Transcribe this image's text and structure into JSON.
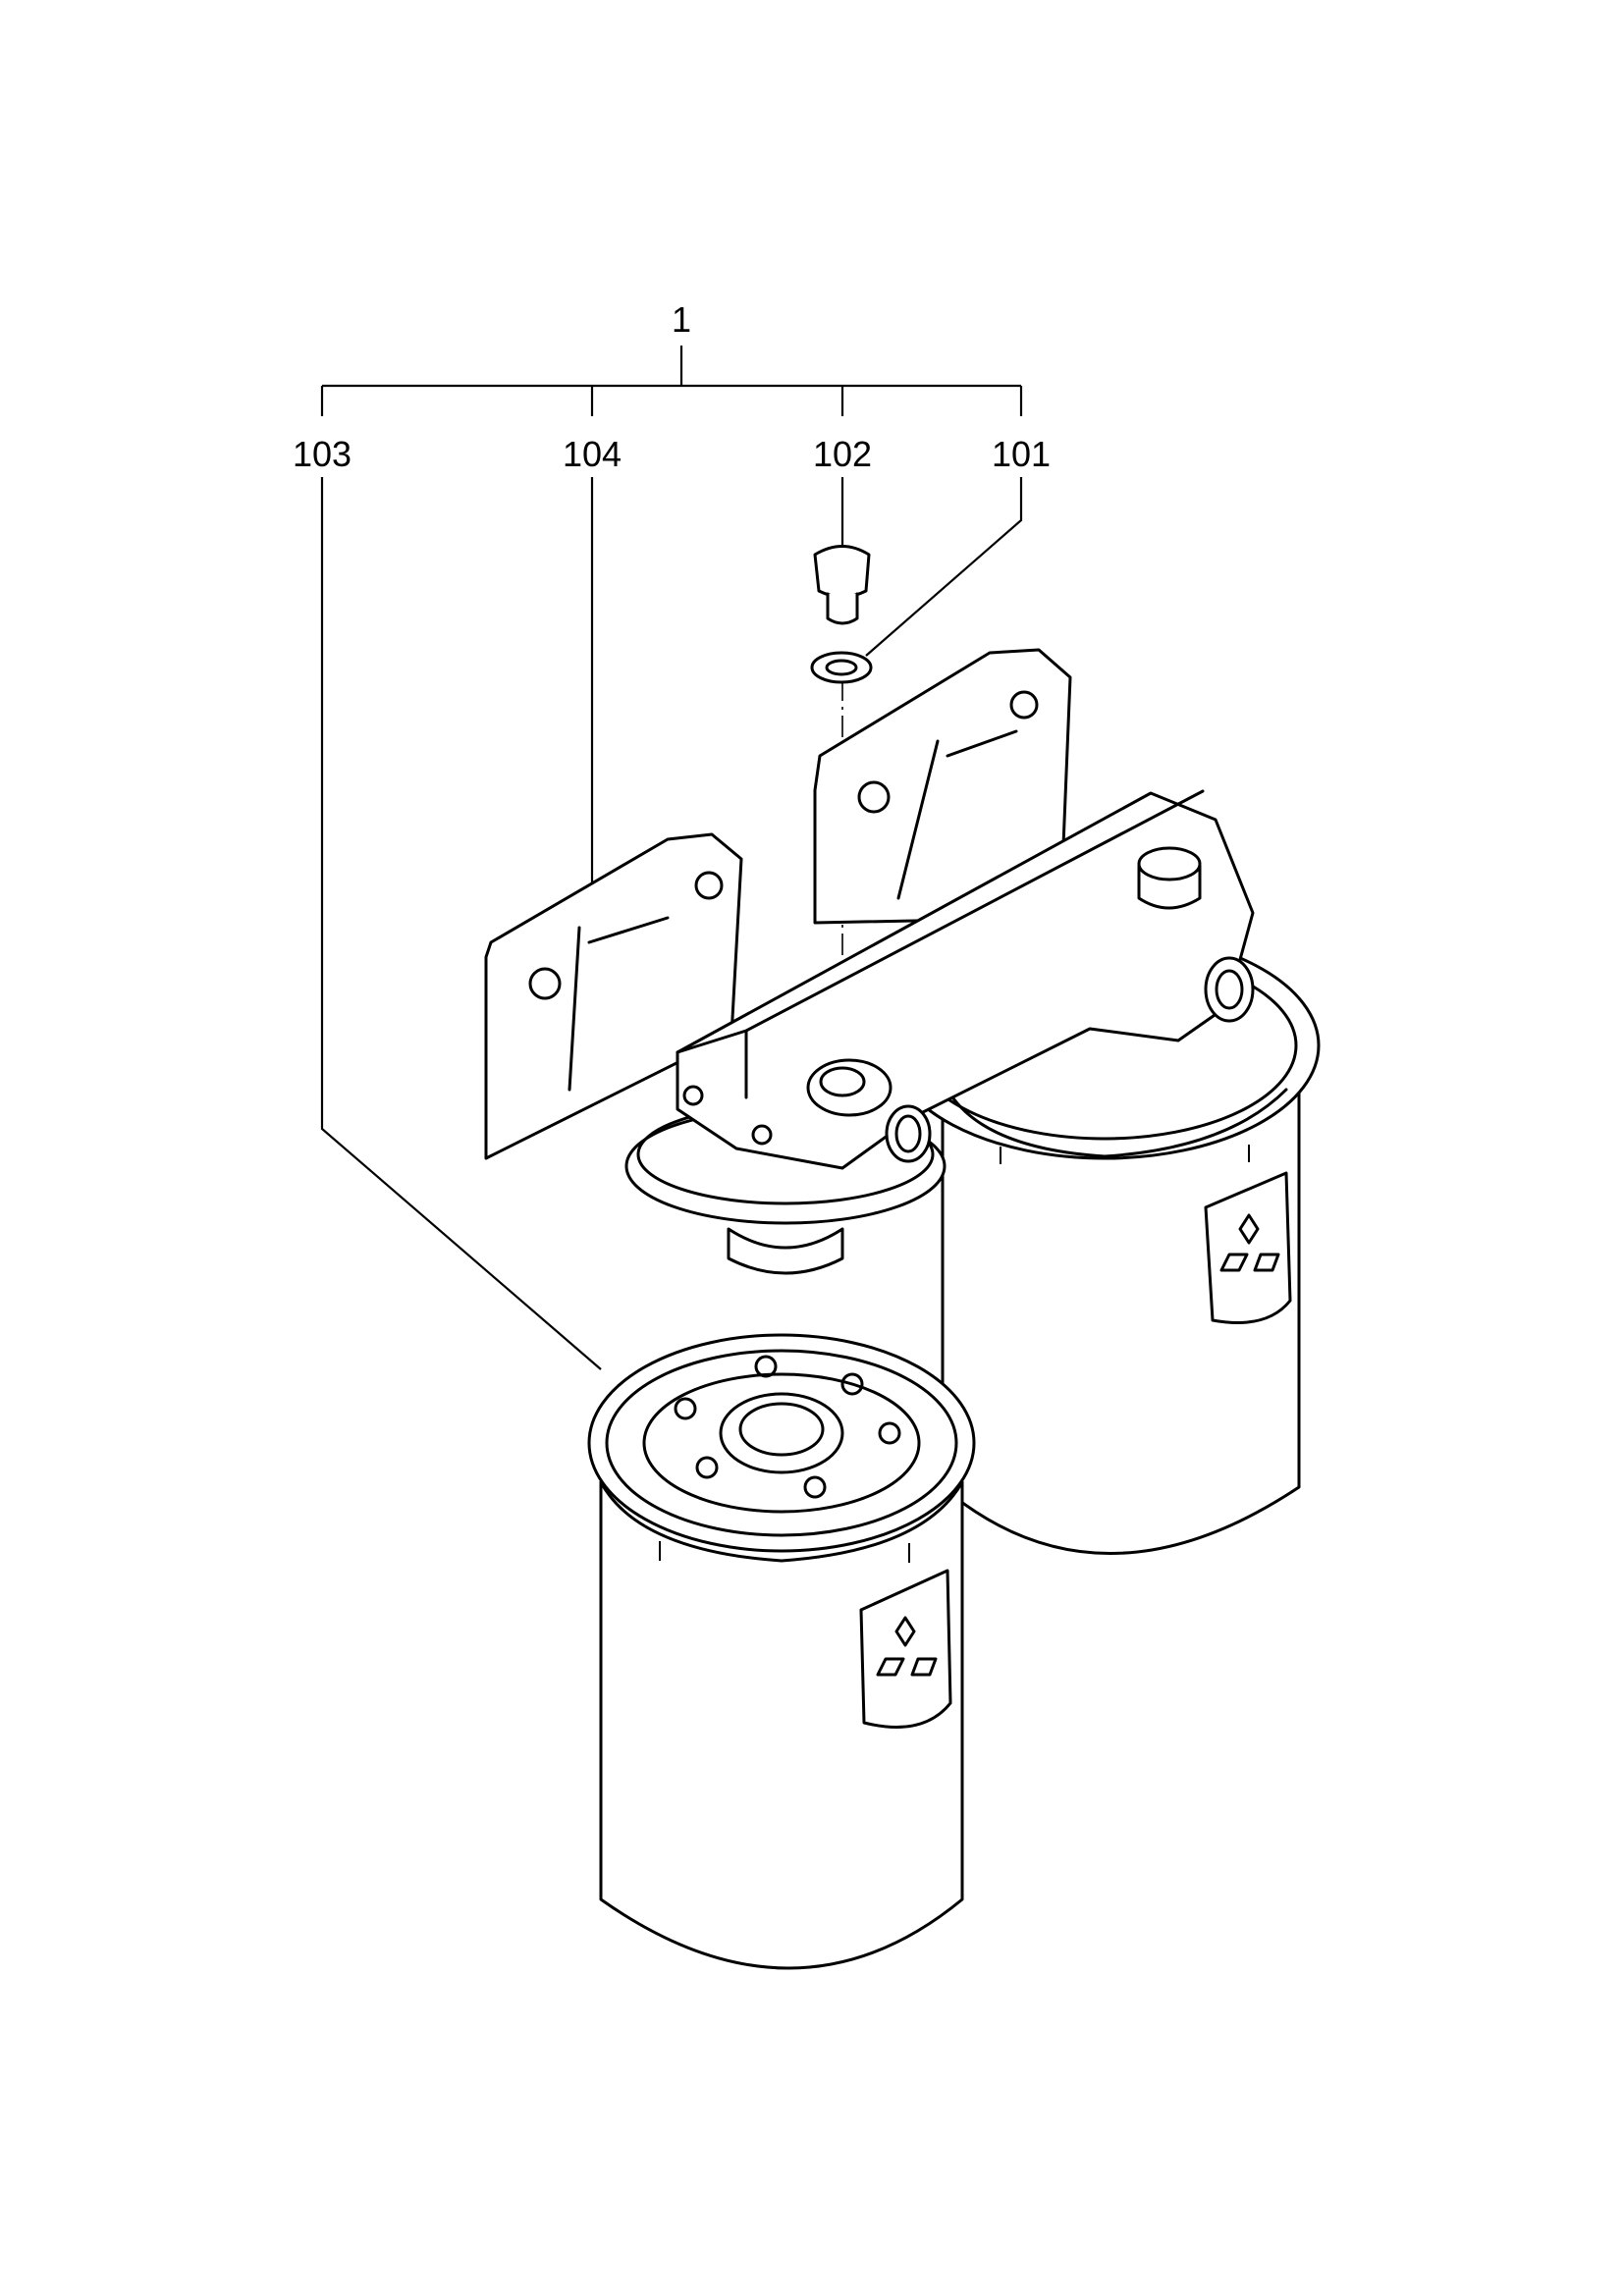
{
  "diagram": {
    "assembly_label": "1",
    "part_labels": [
      "103",
      "104",
      "102",
      "101"
    ]
  }
}
